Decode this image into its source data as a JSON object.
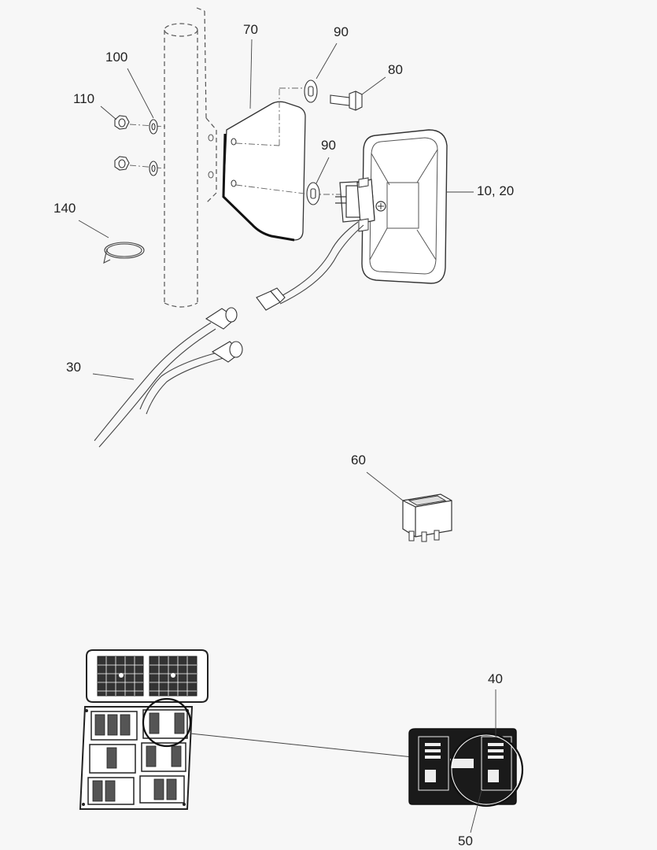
{
  "callouts": {
    "c70": "70",
    "c90a": "90",
    "c80": "80",
    "c100": "100",
    "c110": "110",
    "c90b": "90",
    "c1020": "10, 20",
    "c140": "140",
    "c30": "30",
    "c60": "60",
    "c40": "40",
    "c50": "50"
  }
}
